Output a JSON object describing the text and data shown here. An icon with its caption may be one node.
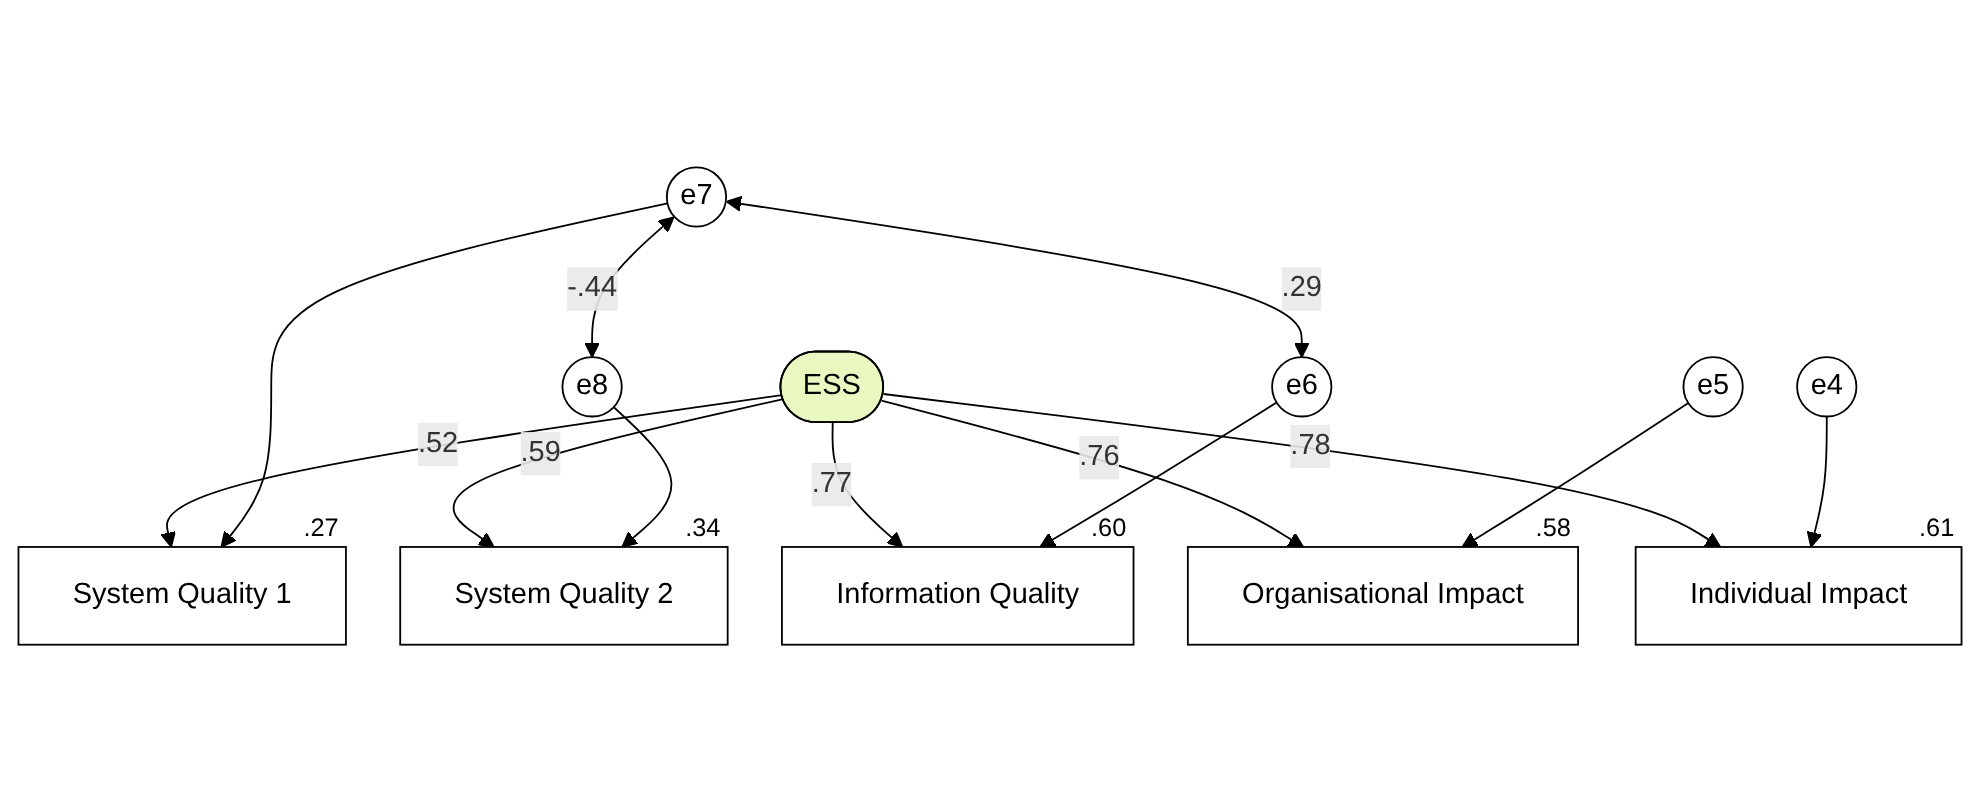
{
  "diagram": {
    "nodes": [
      {
        "text": [
          "ESS"
        ]
      },
      {
        "text": [
          "System Quality 1"
        ],
        "beside": [
          ".27"
        ]
      },
      {
        "text": [
          "System Quality 2"
        ],
        "beside": [
          ".34"
        ]
      },
      {
        "text": [
          "Information Quality"
        ],
        "beside": [
          ".60"
        ]
      },
      {
        "text": [
          "Organisational Impact"
        ],
        "beside": [
          ".58"
        ]
      },
      {
        "text": [
          "Individual Impact"
        ],
        "beside": [
          ".61"
        ]
      },
      {
        "text": [
          "e7"
        ]
      },
      {
        "text": [
          "e8"
        ]
      },
      {
        "text": [
          "e6"
        ]
      },
      {
        "text": [
          "e5"
        ]
      },
      {
        "text": [
          "e4"
        ]
      }
    ],
    "edges": [
      {
        "from": 0,
        "to": 1,
        "arrow": "to",
        "label": ".52"
      },
      {
        "from": 0,
        "to": 2,
        "arrow": "to",
        "label": ".59"
      },
      {
        "from": 0,
        "to": 3,
        "arrow": "to",
        "label": ".77"
      },
      {
        "from": 0,
        "to": 4,
        "arrow": "to",
        "label": ".76"
      },
      {
        "from": 0,
        "to": 5,
        "arrow": "to",
        "label": ".78"
      },
      {
        "from": 6,
        "to": 1,
        "arrow": "to"
      },
      {
        "from": 7,
        "to": 2,
        "arrow": "to"
      },
      {
        "from": 8,
        "to": 3,
        "arrow": "to"
      },
      {
        "from": 9,
        "to": 4,
        "arrow": "to"
      },
      {
        "from": 10,
        "to": 5,
        "arrow": "to"
      },
      {
        "from": 6,
        "to": 7,
        "arrow": "both",
        "label": "-.44"
      },
      {
        "from": 6,
        "to": 8,
        "arrow": "both",
        "label": ".29"
      }
    ]
  }
}
